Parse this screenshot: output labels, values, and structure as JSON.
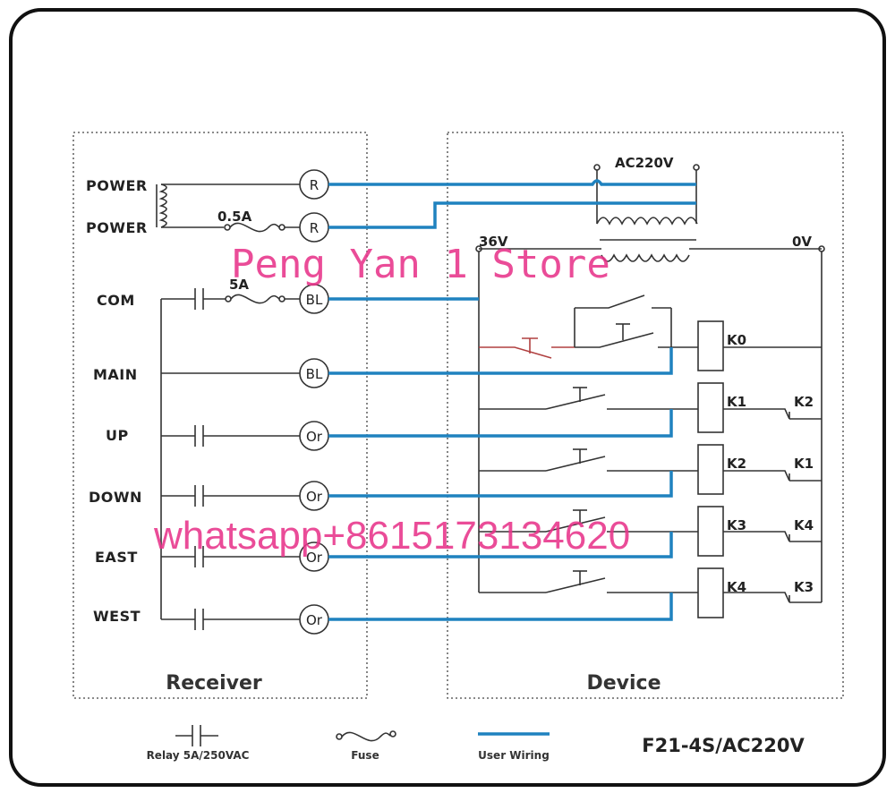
{
  "receiver": {
    "terminals": [
      {
        "label": "POWER",
        "code": "R"
      },
      {
        "label": "POWER",
        "code": "R"
      },
      {
        "label": "COM",
        "code": "BL"
      },
      {
        "label": "MAIN",
        "code": "BL"
      },
      {
        "label": "UP",
        "code": "Or"
      },
      {
        "label": "DOWN",
        "code": "Or"
      },
      {
        "label": "EAST",
        "code": "Or"
      },
      {
        "label": "WEST",
        "code": "Or"
      }
    ],
    "fuse_power": "0.5A",
    "fuse_com": "5A",
    "title": "Receiver"
  },
  "device": {
    "title": "Device",
    "transformer_label": "AC220V",
    "secondary_left": "36V",
    "secondary_right": "0V",
    "relays": [
      {
        "coil": "K0",
        "interlock": ""
      },
      {
        "coil": "K1",
        "interlock": "K2"
      },
      {
        "coil": "K2",
        "interlock": "K1"
      },
      {
        "coil": "K3",
        "interlock": "K4"
      },
      {
        "coil": "K4",
        "interlock": "K3"
      }
    ]
  },
  "legend": {
    "relay": "Relay 5A/250VAC",
    "fuse": "Fuse",
    "wiring": "User Wiring",
    "model": "F21-4S/AC220V"
  },
  "watermarks": {
    "store": "Peng Yan 1 Store",
    "contact": "whatsapp+8615173134620"
  },
  "colors": {
    "user_wiring": "#1f82bf",
    "watermark": "#e8348a",
    "stop_button": "#b04040"
  }
}
